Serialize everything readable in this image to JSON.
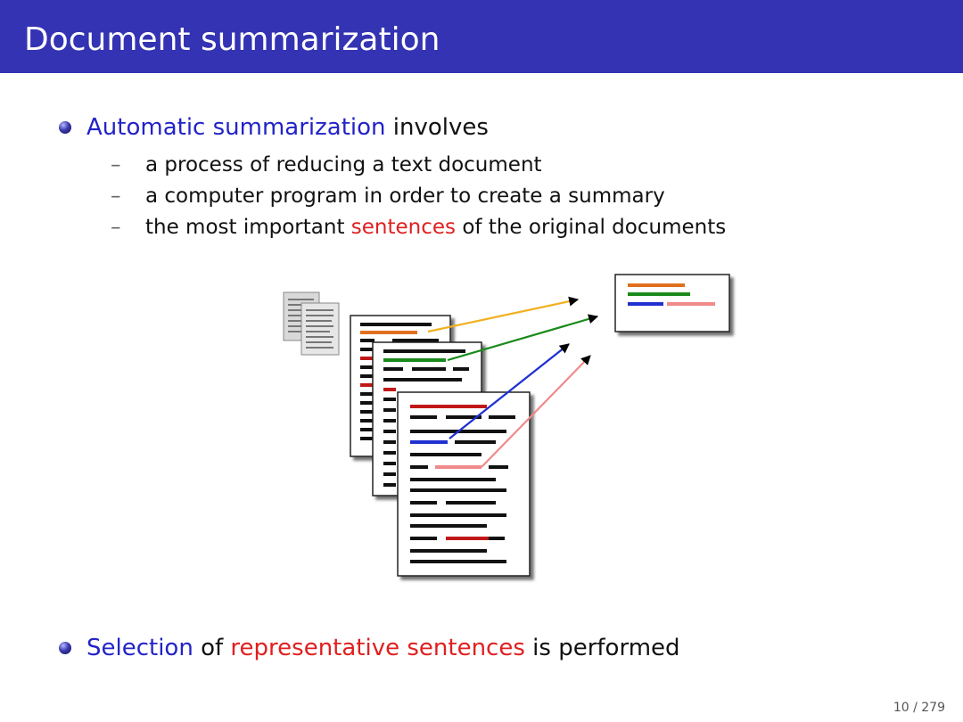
{
  "slide": {
    "title": "Document summarization",
    "bullet1": {
      "highlight": "Automatic summarization",
      "rest": " involves"
    },
    "sub_items": [
      {
        "text": "a process of reducing a text document"
      },
      {
        "text": "a computer program in order to create a summary"
      },
      {
        "before": "the most important ",
        "highlight": "sentences",
        "after": " of the original documents"
      }
    ],
    "dash": "–",
    "bullet2": {
      "part1": "Selection",
      "part2": " of ",
      "part3": "representative sentences",
      "part4": " is performed"
    },
    "page_number": "10 / 279"
  },
  "colors": {
    "title_bar": "#3333b3",
    "blue_text": "#2323c8",
    "red_text": "#e01f1f",
    "orange_line": "#e07020",
    "green_line": "#1a8a1a",
    "blue_line": "#2030d0",
    "pink_line": "#f08a8a",
    "yellow_arrow": "#f0b020"
  }
}
